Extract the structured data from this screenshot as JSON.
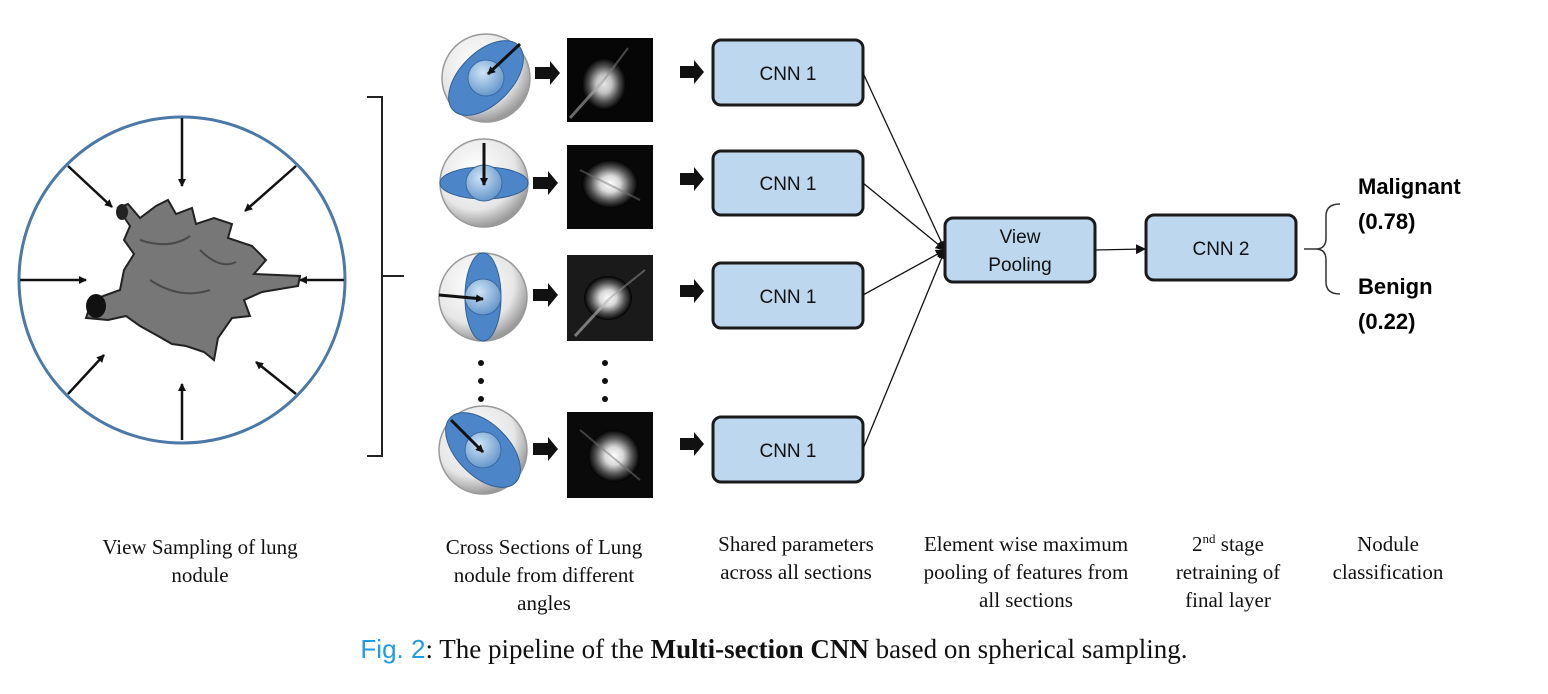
{
  "colors": {
    "box_fill": "#bcd7ee",
    "box_stroke": "#1a1a1a",
    "circle_stroke": "#4a78a8",
    "ellipse_blue": "#4d86c8",
    "sphere_blue": "#7fb2e0",
    "nodule_gray": "#6e6e6e",
    "fig_number": "#1e9be6"
  },
  "cnn1_boxes": [
    {
      "label": "CNN 1"
    },
    {
      "label": "CNN 1"
    },
    {
      "label": "CNN 1"
    },
    {
      "label": "CNN 1"
    }
  ],
  "view_pooling": {
    "line1": "View",
    "line2": "Pooling"
  },
  "cnn2": {
    "label": "CNN 2"
  },
  "outputs": [
    {
      "label": "Malignant",
      "score": "(0.78)"
    },
    {
      "label": "Benign",
      "score": "(0.22)"
    }
  ],
  "captions": {
    "view_sampling": [
      "View Sampling of  lung",
      "nodule"
    ],
    "cross_sections": [
      "Cross Sections of Lung",
      "nodule from different",
      "angles"
    ],
    "shared": [
      "Shared parameters",
      "across all sections"
    ],
    "pooling": [
      "Element wise maximum",
      "pooling of features from",
      "all sections"
    ],
    "retraining": {
      "ordinal": "2",
      "sup": "nd",
      "rest": " stage",
      "line2": "retraining of",
      "line3": "final layer"
    },
    "classification": [
      "Nodule",
      "classification"
    ]
  },
  "figure_caption": {
    "number": "Fig. 2",
    "pre": ": The pipeline of the ",
    "bold": "Multi-section CNN",
    "post": " based on spherical sampling."
  }
}
